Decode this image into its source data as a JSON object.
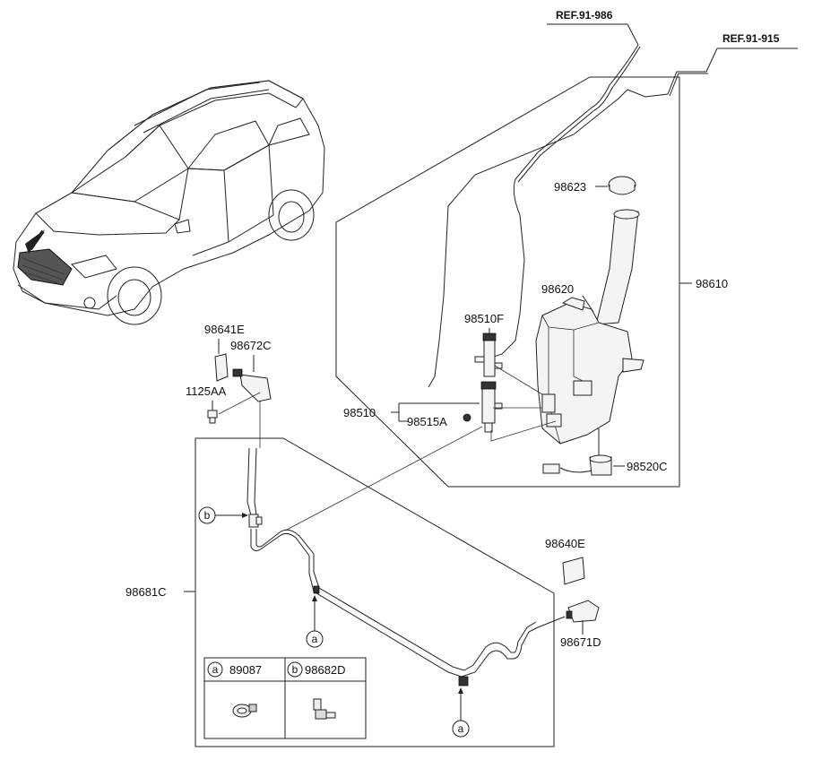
{
  "references": {
    "ref1": "REF.91-986",
    "ref2": "REF.91-915"
  },
  "parts": {
    "p98623": "98623",
    "p98610": "98610",
    "p98620": "98620",
    "p98510F": "98510F",
    "p98510": "98510",
    "p98515A": "98515A",
    "p98520C": "98520C",
    "p98641E": "98641E",
    "p98672C": "98672C",
    "p1125AA": "1125AA",
    "p98681C": "98681C",
    "p98640E": "98640E",
    "p98671D": "98671D"
  },
  "callouts": {
    "a": "a",
    "b": "b"
  },
  "legend": {
    "a_letter": "a",
    "a_part": "89087",
    "b_letter": "b",
    "b_part": "98682D"
  }
}
